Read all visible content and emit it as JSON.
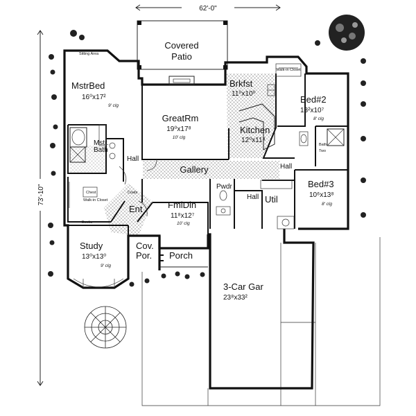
{
  "overall_width": "62'-0\"",
  "overall_depth": "73'-10\"",
  "rooms": {
    "covered_patio": {
      "line1": "Covered",
      "line2": "Patio"
    },
    "sitting_area": "Sitting Area",
    "master_bed": {
      "name": "MstrBed",
      "size": "16⁰x17²",
      "ceiling": "9' clg"
    },
    "great_room": {
      "name": "GreatRm",
      "size": "19⁰x17⁸",
      "ceiling": "10' clg"
    },
    "breakfast": {
      "name": "Brkfst",
      "size": "11⁰x10⁰"
    },
    "walk_in_closet_top": "Walk-in Closet",
    "bed2": {
      "name": "Bed#2",
      "size": "13²x10⁷",
      "ceiling": "8' clg"
    },
    "kitchen": {
      "name": "Kitchen",
      "size": "12⁰x11⁸"
    },
    "master_bath": {
      "line1": "Mstr.",
      "line2": "Bath"
    },
    "hall_left": "Hall",
    "gallery": "Gallery",
    "hall_mid": "Hall",
    "bath_two": {
      "line1": "Bath",
      "line2": "Two"
    },
    "bed3": {
      "name": "Bed#3",
      "size": "10⁶x13⁸",
      "ceiling": "8' clg"
    },
    "chest": "Chest",
    "walk_in_closet_left": "Walk-in Closet",
    "coats": "Coats",
    "powder": "Pwdr",
    "hall_small": "Hall",
    "utility": "Util",
    "entry": "Ent",
    "formal_dining": {
      "name": "FmlDin",
      "size": "11⁸x12⁷",
      "ceiling": "10' clg"
    },
    "books": "Books",
    "study": {
      "name": "Study",
      "size": "13⁰x13⁰",
      "ceiling": "9' clg"
    },
    "covered_porch": {
      "line1": "Cov.",
      "line2": "Por."
    },
    "porch": "Porch",
    "garage": {
      "name": "3-Car Gar",
      "size": "23⁸x33²"
    }
  }
}
